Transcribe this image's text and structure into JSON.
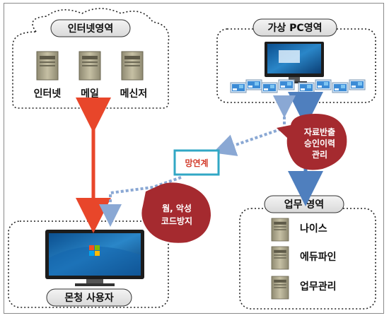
{
  "zones": {
    "internet": {
      "title": "인터넷영역",
      "items": [
        "인터넷",
        "메일",
        "메신저"
      ]
    },
    "virtual_pc": {
      "title": "가상 PC영역"
    },
    "business": {
      "title": "업무 영역",
      "items": [
        "나이스",
        "에듀파인",
        "업무관리"
      ]
    },
    "user": {
      "title": "몬청 사용자"
    }
  },
  "network_link": {
    "label": "망연계"
  },
  "callouts": {
    "approval": [
      "자료반출",
      "승인이력",
      "관리"
    ],
    "protection": [
      "웜, 악성",
      "코드방지"
    ]
  },
  "colors": {
    "internet_link": "#e8462a",
    "business_link": "#4f7fbe",
    "dotted_link": "#8aa8d4",
    "callout_fill": "#a52a2f",
    "network_border": "#31a7c5",
    "network_text": "#d23a2a",
    "server_fill": "#a9a38a",
    "zone_title_fill": "#e6e6e6"
  },
  "icons": [
    "server-icon",
    "monitor-icon",
    "windows-logo-icon",
    "vdi-desktop-icon"
  ]
}
